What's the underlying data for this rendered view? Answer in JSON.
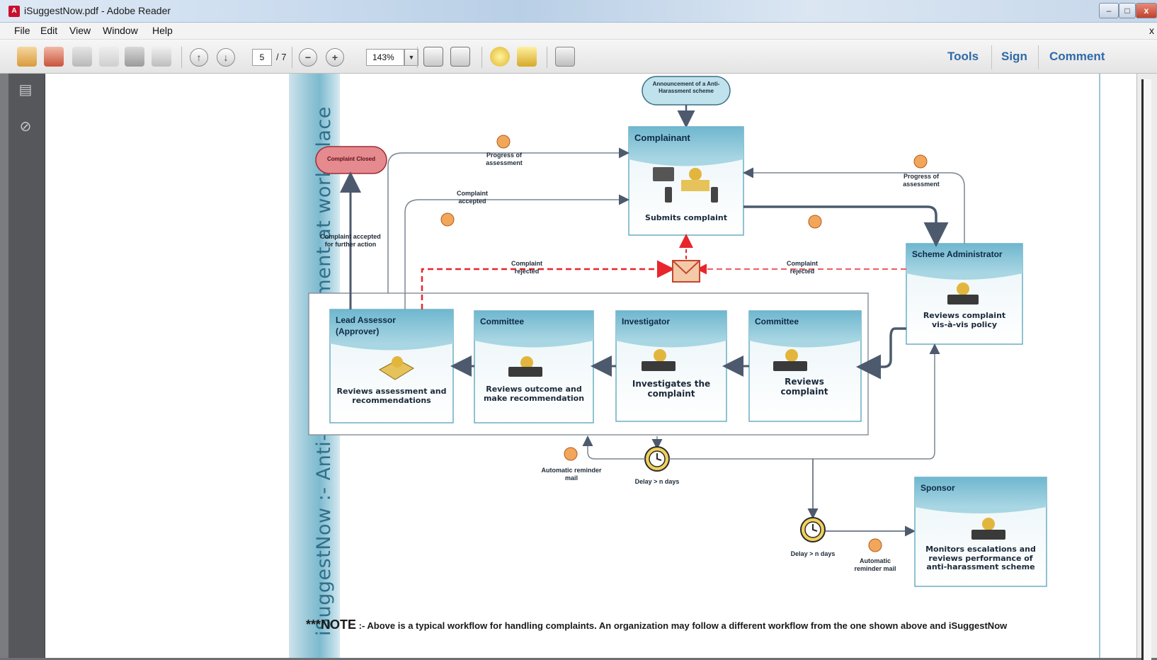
{
  "window": {
    "title": "iSuggestNow.pdf - Adobe Reader",
    "app_icon_letter": "A",
    "controls": {
      "minimize": "–",
      "maximize": "□",
      "close": "x"
    }
  },
  "menu": {
    "items": [
      "File",
      "Edit",
      "View",
      "Window",
      "Help"
    ],
    "close": "x"
  },
  "toolbar": {
    "page_current": "5",
    "page_total": "/ 7",
    "zoom": "143%",
    "zoom_dropdown": "▼",
    "prev_page": "↑",
    "next_page": "↓",
    "zoom_out": "−",
    "zoom_in": "+",
    "right_links": [
      "Tools",
      "Sign",
      "Comment"
    ]
  },
  "left_panel": {
    "icons": [
      "pages-icon",
      "attachments-icon"
    ]
  },
  "document": {
    "vertical_title": "iSuggestNow :- Anti-sexual harassment at work place",
    "start_node": "Announcement of a Anti-Harassment scheme",
    "closed_node": "Complaint Closed",
    "complainant": {
      "header": "Complainant",
      "action": "Submits complaint"
    },
    "scheme_admin": {
      "header": "Scheme Administrator",
      "action": "Reviews complaint vis-à-vis policy"
    },
    "lanes": [
      {
        "header": "Lead Assessor (Approver)",
        "action": "Reviews assessment and recommendations"
      },
      {
        "header": "Committee",
        "action": "Reviews outcome and make recommendation"
      },
      {
        "header": "Investigator",
        "action": "Investigates the complaint"
      },
      {
        "header": "Committee",
        "action": "Reviews complaint"
      }
    ],
    "sponsor": {
      "header": "Sponsor",
      "action": "Monitors escalations and reviews performance of anti-harassment scheme"
    },
    "edge_labels": {
      "progress_left": "Progress of assessment",
      "progress_right": "Progress of assessment",
      "complaint_accepted": "Complaint accepted",
      "accepted_further": "Complaint accepted for further action",
      "rejected_left": "Complaint rejected",
      "rejected_right": "Complaint rejected",
      "auto_reminder_1": "Automatic reminder mail",
      "delay_1": "Delay > n days",
      "delay_2": "Delay > n days",
      "auto_reminder_2": "Automatic reminder mail"
    },
    "note_prefix": "***NOTE",
    "note_text": " :- Above is a typical workflow for handling complaints. An organization may follow a different workflow from the one shown above and iSuggestNow"
  },
  "colors": {
    "accent_link": "#2f6aa8",
    "box_header": "#7dbfd4",
    "arrow_gray": "#5a6578",
    "reject_red": "#e8262b",
    "closed_fill": "#e58a8f"
  }
}
